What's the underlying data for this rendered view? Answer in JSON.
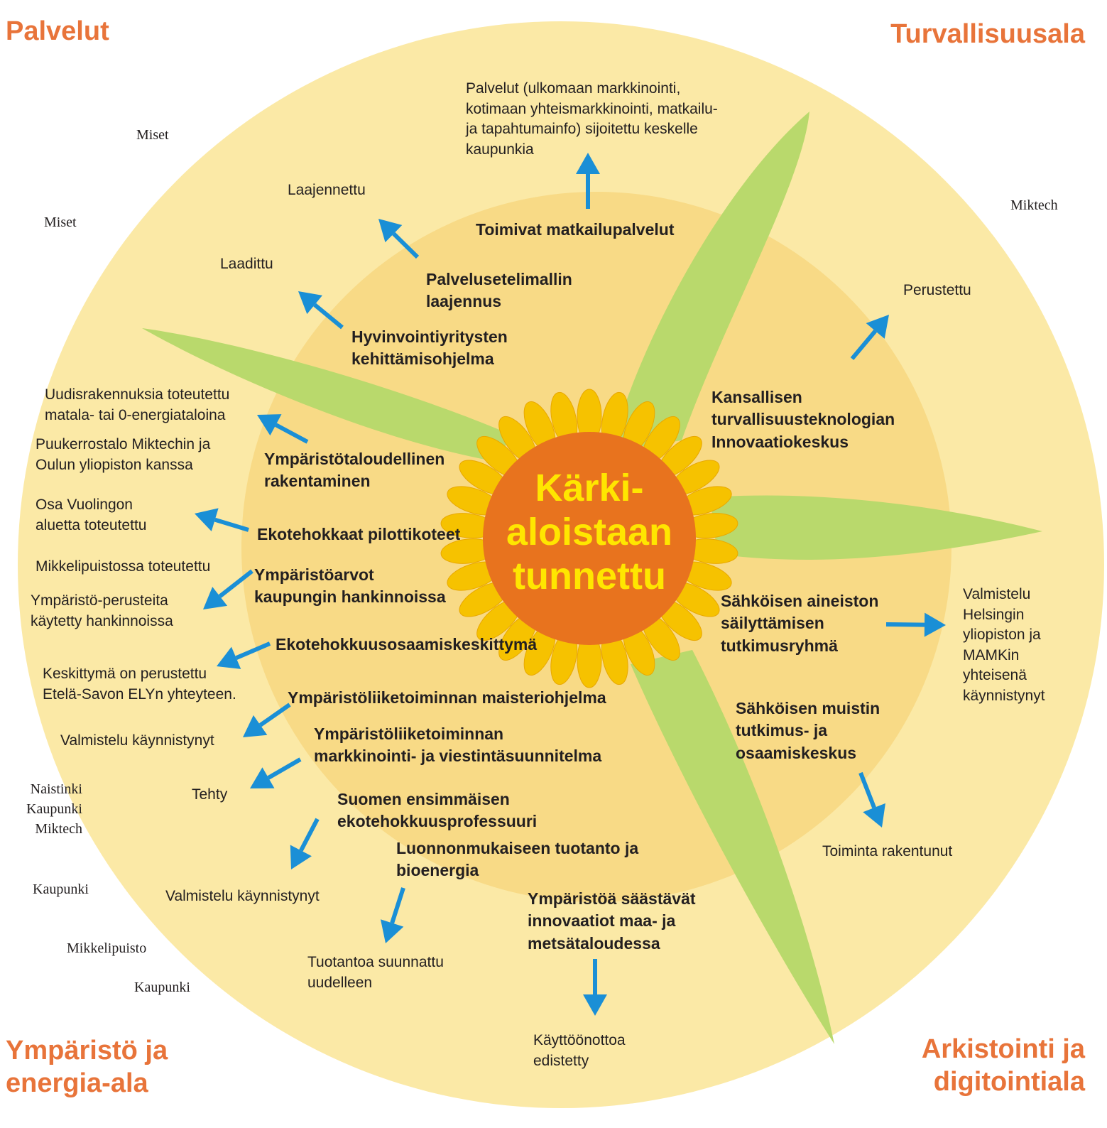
{
  "corners": {
    "palvelut": "Palvelut",
    "turvallisuus": "Turvallisuusala",
    "ymparisto": [
      "Ympäristö ja",
      "energia-ala"
    ],
    "arkistointi": [
      "Arkistointi ja",
      "digitointiala"
    ]
  },
  "center": [
    "Kärki-",
    "aloistaan",
    "tunnettu"
  ],
  "actors": {
    "miset1": "Miset",
    "miset2": "Miset",
    "miktech1": "Miktech",
    "group": [
      "Naistinki",
      "Kaupunki",
      "Miktech"
    ],
    "kaupunki1": "Kaupunki",
    "mikkelipuisto": "Mikkelipuisto",
    "kaupunki2": "Kaupunki"
  },
  "initiatives": {
    "matkailu": "Toimivat matkailupalvelut",
    "palveluseteli": [
      "Palvelusetelimallin",
      "laajennus"
    ],
    "hyvinvointi": [
      "Hyvinvointiyritysten",
      "kehittämisohjelma"
    ],
    "rakentaminen": [
      "Ympäristötaloudellinen",
      "rakentaminen"
    ],
    "pilottikoteet": "Ekotehokkaat pilottikoteet",
    "hankinnat": [
      "Ympäristöarvot",
      "kaupungin hankinnoissa"
    ],
    "keskittyma": "Ekotehokkuusosaamiskeskittymä",
    "maisteri": "Ympäristöliiketoiminnan maisteriohjelma",
    "markkinointi": [
      "Ympäristöliiketoiminnan",
      "markkinointi- ja viestintäsuunnitelma"
    ],
    "professuuri": [
      "Suomen ensimmäisen",
      "ekotehokkuusprofessuuri"
    ],
    "luonnonmukainen": [
      "Luonnonmukaiseen tuotanto ja",
      "bioenergia"
    ],
    "innovaatiot": [
      "Ympäristöä säästävät",
      "innovaatiot maa- ja",
      "metsätaloudessa"
    ],
    "turvallisuus": [
      "Kansallisen",
      "turvallisuusteknologian",
      "Innovaatiokeskus"
    ],
    "sailyttaminen": [
      "Sähköisen aineiston",
      "säilyttämisen",
      "tutkimusryhmä"
    ],
    "muisti": [
      "Sähköisen muistin",
      "tutkimus- ja",
      "osaamiskeskus"
    ]
  },
  "results": {
    "matkailu": [
      "Palvelut (ulkomaan markkinointi,",
      "kotimaan yhteismarkkinointi, matkailu-",
      "ja tapahtumainfo) sijoitettu keskelle",
      "kaupunkia"
    ],
    "palveluseteli": "Laajennettu",
    "hyvinvointi": "Laadittu",
    "uudisrakennuksia": [
      "Uudisrakennuksia toteutettu",
      "matala- tai 0-energiataloina"
    ],
    "puukerrostalo": [
      "Puukerrostalo Miktechin ja",
      "Oulun yliopiston kanssa"
    ],
    "vuolinko": [
      "Osa Vuolingon",
      "aluetta toteutettu"
    ],
    "mikkelipuisto": "Mikkelipuistossa toteutettu",
    "hankinnat": [
      "Ympäristö-perusteita",
      "käytetty hankinnoissa"
    ],
    "keskittyma": [
      "Keskittymä on perustettu",
      "Etelä-Savon ELYn yhteyteen."
    ],
    "maisteri": "Valmistelu käynnistynyt",
    "markkinointi": "Tehty",
    "professuuri": "Valmistelu käynnistynyt",
    "luonnonmukainen": [
      "Tuotantoa suunnattu",
      "uudelleen"
    ],
    "innovaatiot": [
      "Käyttöönottoa",
      "edistetty"
    ],
    "turvallisuus": "Perustettu",
    "sailyttaminen": [
      "Valmistelu",
      "Helsingin",
      "yliopiston ja",
      "MAMKin",
      "yhteisenä",
      "käynnistynyt"
    ],
    "muisti": "Toiminta rakentunut"
  },
  "colors": {
    "outer_circle": "#fbe9a6",
    "inner_circle": "#f8da86",
    "leaf": "#b9d96c",
    "petal": "#f6c200",
    "core": "#e8731e",
    "center_text": "#ffe600",
    "arrow": "#1a8fd6",
    "corner_text": "#e8743a"
  }
}
